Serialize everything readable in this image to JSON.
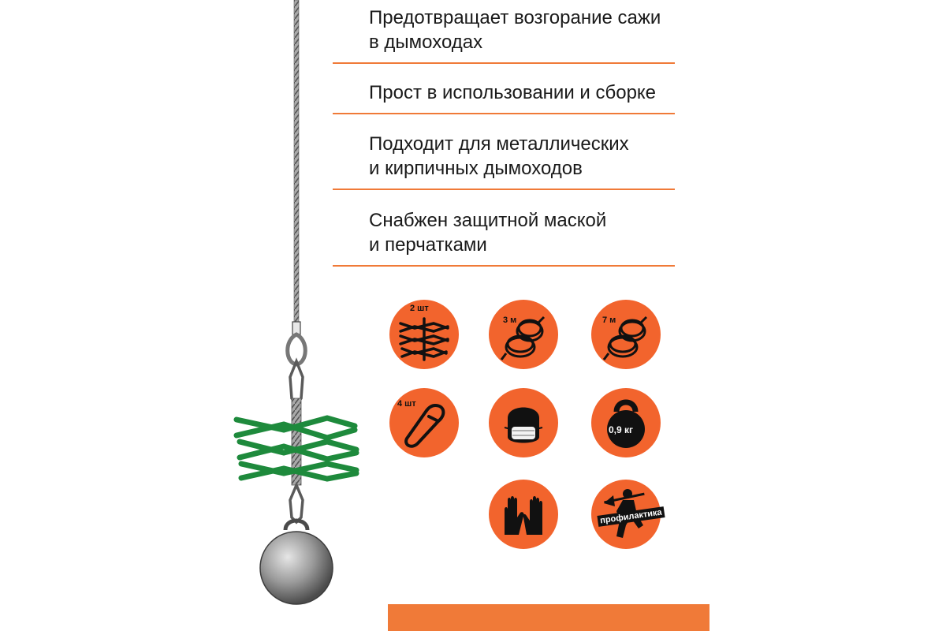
{
  "features": [
    {
      "text": "Предотвращает возгорание сажи\nв дымоходах"
    },
    {
      "text": "Прост в использовании и сборке"
    },
    {
      "text": "Подходит для металлических\nи кирпичных дымоходов"
    },
    {
      "text": "Снабжен защитной маской\nи перчатками"
    }
  ],
  "icons": {
    "brushes": {
      "label": "2 шт",
      "icon": "brush-net-icon"
    },
    "rope_short": {
      "label": "3 м",
      "icon": "rope-coil-icon"
    },
    "rope_long": {
      "label": "7 м",
      "icon": "rope-coil-icon"
    },
    "carabiners": {
      "label": "4 шт",
      "icon": "carabiner-icon"
    },
    "mask": {
      "icon": "face-mask-icon"
    },
    "weight": {
      "label": "0,9 кг",
      "icon": "kettlebell-weight-icon"
    },
    "gloves": {
      "icon": "gloves-icon"
    },
    "prophylaxis": {
      "label": "профилактика",
      "icon": "chimney-sweep-icon"
    }
  },
  "colors": {
    "accent": "#f07a38",
    "icon_circle": "#f2642d",
    "brush_green": "#1e8a3c",
    "text": "#1a1a1a"
  }
}
